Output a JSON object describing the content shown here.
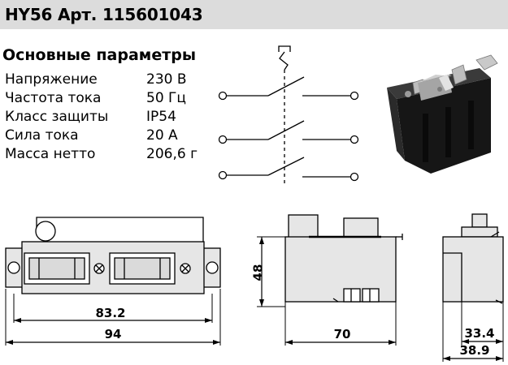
{
  "header": {
    "title": "HY56 Арт. 115601043"
  },
  "params": {
    "title": "Основные параметры",
    "rows": [
      {
        "label": "Напряжение",
        "value": "230 В"
      },
      {
        "label": "Частота тока",
        "value": "50 Гц"
      },
      {
        "label": "Класс защиты",
        "value": "IP54"
      },
      {
        "label": "Сила тока",
        "value": "20 А"
      },
      {
        "label": "Масса нетто",
        "value": "206,6 г"
      }
    ]
  },
  "dimensions": {
    "front_inner": "83.2",
    "front_outer": "94",
    "side_height": "48",
    "side_width": "70",
    "end_inner": "33.4",
    "end_outer": "38.9"
  },
  "colors": {
    "header_bg": "#dcdcdc",
    "housing": "#e6e6e6",
    "body_dark": "#141414"
  }
}
